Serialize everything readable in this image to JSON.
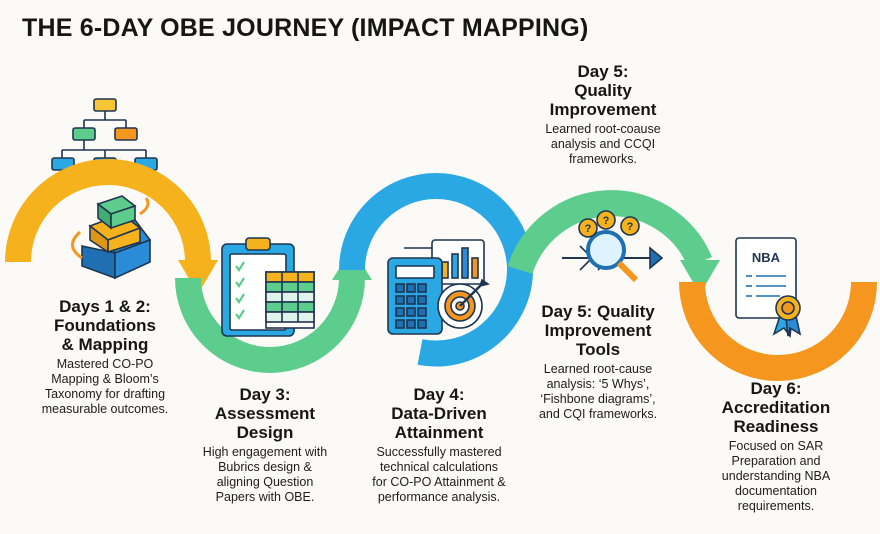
{
  "title": "THE 6-DAY OBE JOURNEY (IMPACT MAPPING)",
  "steps": [
    {
      "heading": [
        "Days 1 & 2:",
        "Foundations",
        "& Mapping"
      ],
      "desc": [
        "Mastered CO-PO",
        "Mapping & Bloom’s",
        "Taxonomy for drafting",
        "measurable outcomes."
      ],
      "color": "#f5b21c",
      "icon": "stacked-cubes-icon"
    },
    {
      "heading": [
        "Day 3:",
        "Assessment",
        "Design"
      ],
      "desc": [
        "High engagement with",
        "Bubrics design &",
        "aligning Question",
        "Papers with OBE."
      ],
      "color": "#5ccd8c",
      "icon": "clipboard-rubric-icon"
    },
    {
      "heading": [
        "Day 4:",
        "Data-Driven",
        "Attainment"
      ],
      "desc": [
        "Successfully mastered",
        "technical calculations",
        "for CO-PO Attainment &",
        "performance analysis."
      ],
      "color": "#2aa8e4",
      "icon": "calculator-target-icon"
    },
    {
      "heading": [
        "Day 5: Quality",
        "Improvement",
        "Tools"
      ],
      "desc": [
        "Learned root-cause",
        "analysis: ‘5 Whys’,",
        "‘Fishbone diagrams’,",
        "and CQI frameworks."
      ],
      "color": "#5ccd8c",
      "icon": "fishbone-magnifier-icon"
    },
    {
      "heading": [
        "Day 6:",
        "Accreditation",
        "Readiness"
      ],
      "desc": [
        "Focused on SAR",
        "Preparation and",
        "understanding NBA",
        "documentation",
        "requirements."
      ],
      "color": "#f5961f",
      "icon": "nba-certificate-icon"
    }
  ],
  "top_block": {
    "heading": [
      "Day 5:",
      "Quality",
      "Improvement"
    ],
    "desc": [
      "Learned root-coause",
      "analysis and CCQI",
      "frameworks."
    ]
  },
  "nba_label": "NBA"
}
